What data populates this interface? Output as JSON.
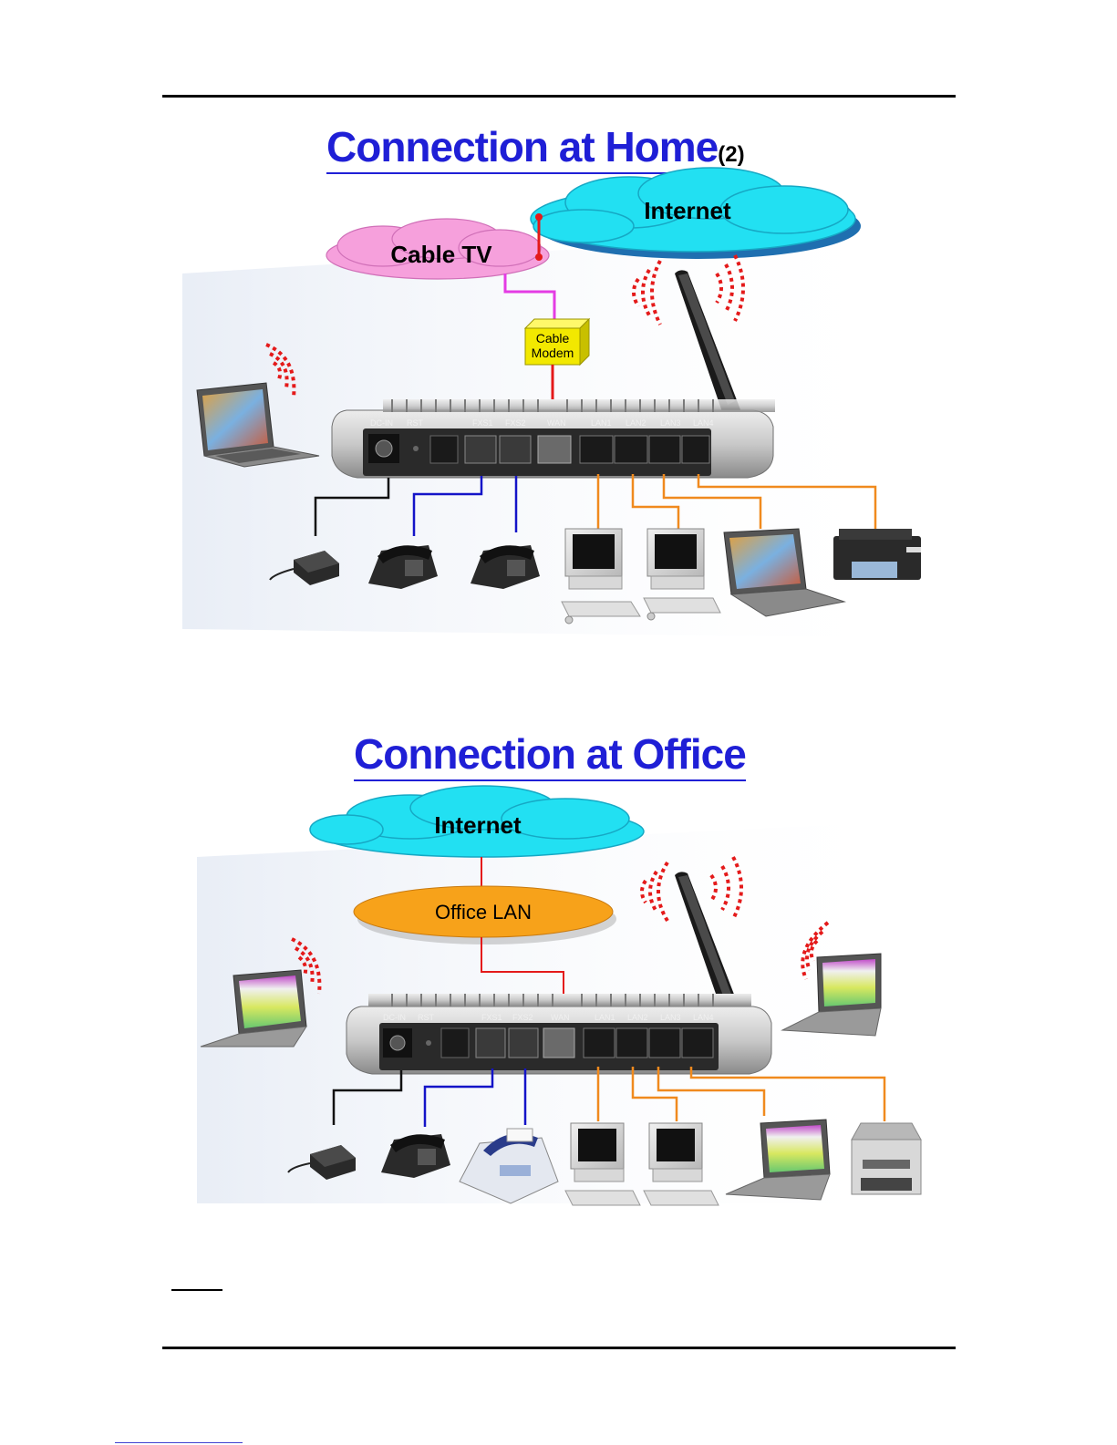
{
  "home": {
    "title": "Connection at Home",
    "title_suffix": "(2)",
    "cloud_internet": "Internet",
    "cloud_cable_tv": "Cable TV",
    "modem_label_line1": "Cable",
    "modem_label_line2": "Modem",
    "ports": [
      "DC-IN",
      "RST",
      "FXS1",
      "FXS2",
      "WAN",
      "LAN1",
      "LAN2",
      "LAN3",
      "LAN4"
    ]
  },
  "office": {
    "title": "Connection at Office",
    "cloud_internet": "Internet",
    "office_lan": "Office LAN",
    "ports": [
      "DC-IN",
      "RST",
      "FXS1",
      "FXS2",
      "WAN",
      "LAN1",
      "LAN2",
      "LAN3",
      "LAN4"
    ]
  },
  "colors": {
    "title_blue": "#1f1fd6",
    "cloud_cyan": "#22e0f2",
    "cloud_pink": "#f6a0dc",
    "office_lan_orange": "#f7a21a",
    "modem_yellow": "#f2e800",
    "line_black": "#111111",
    "line_blue": "#1414c8",
    "line_orange": "#f08a1e",
    "line_red": "#e41a1a",
    "line_magenta": "#e43ce4",
    "wifi_red": "#e41a1a"
  }
}
